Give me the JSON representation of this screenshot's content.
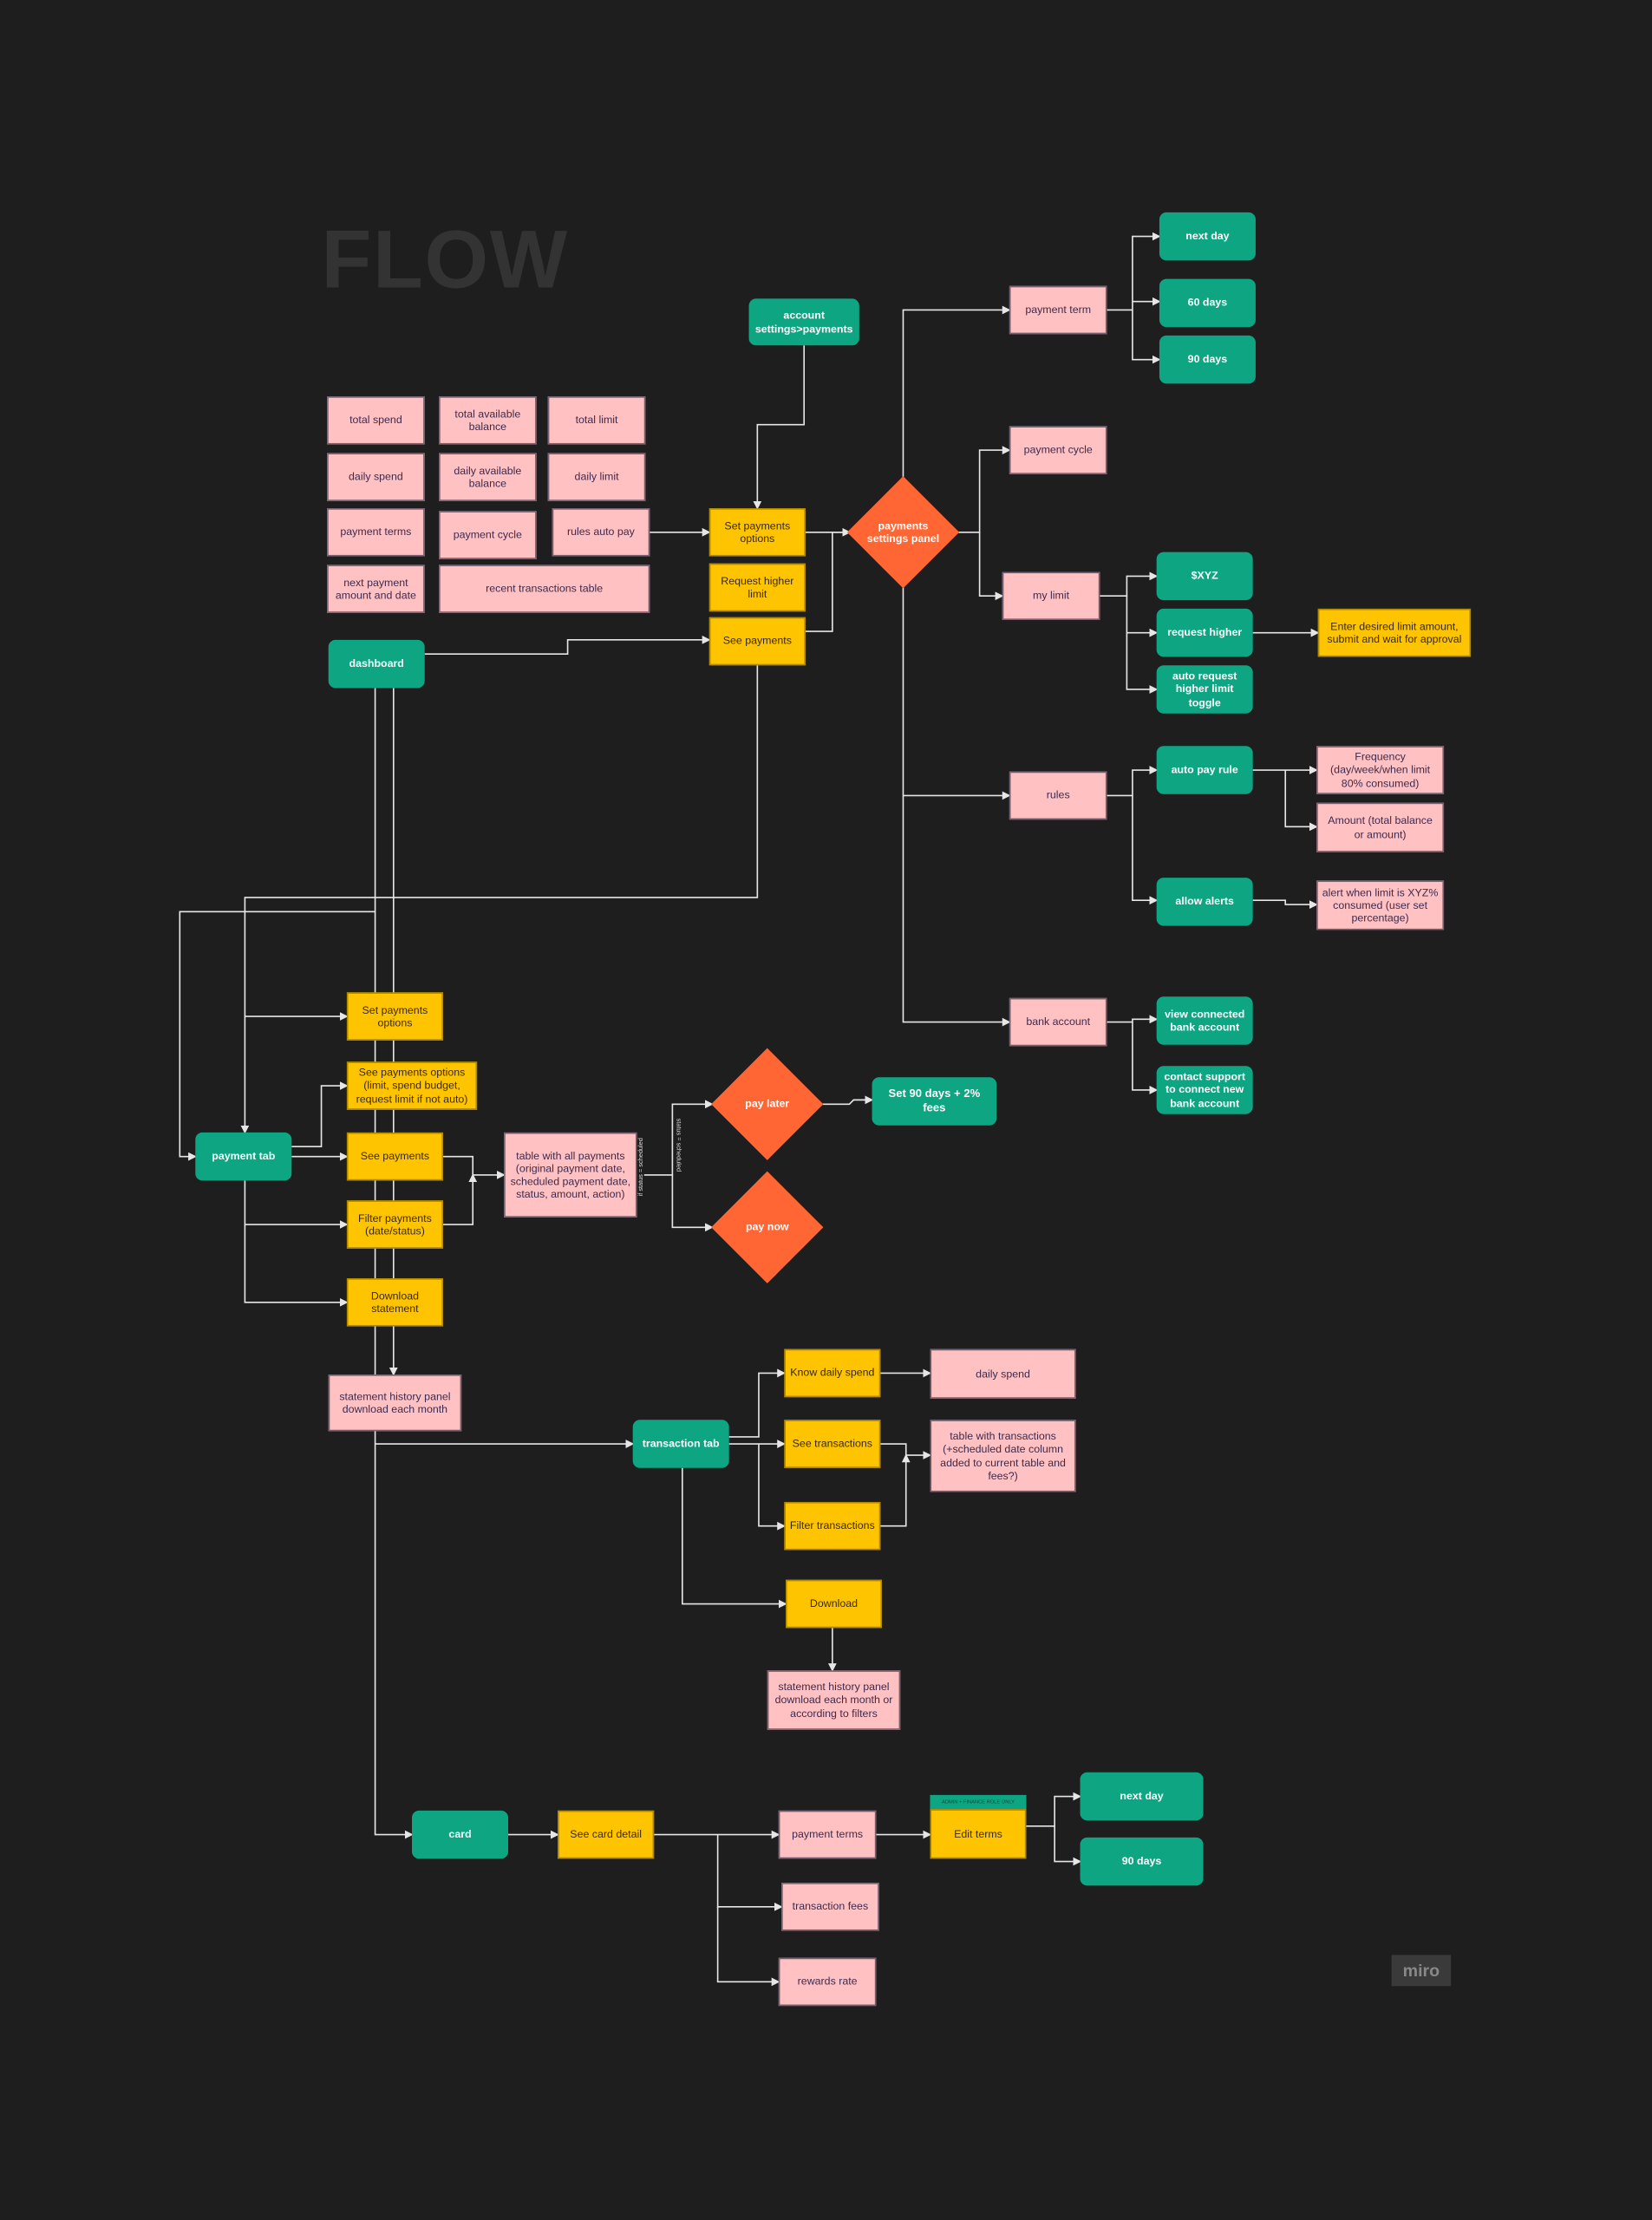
{
  "title": "FLOW",
  "badge": "miro",
  "dashboard_widgets": {
    "total_spend": "total spend",
    "total_available_balance": "total available balance",
    "total_limit": "total limit",
    "daily_spend": "daily spend",
    "daily_available_balance": "daily available balance",
    "daily_limit": "daily limit",
    "payment_terms": "payment terms",
    "payment_cycle": "payment cycle",
    "rules_auto_pay": "rules auto pay",
    "next_payment": "next payment amount and date",
    "recent_transactions": "recent transactions table"
  },
  "dashboard": {
    "label": "dashboard",
    "set_payments_options": "Set payments options",
    "request_higher_limit": "Request higher limit",
    "see_payments": "See payments"
  },
  "account_settings": "account settings>payments",
  "settings_panel": {
    "label": "payments settings panel",
    "payment_term": "payment term",
    "term_next_day": "next day",
    "term_60": "60 days",
    "term_90": "90 days",
    "payment_cycle": "payment cycle",
    "my_limit": "my limit",
    "xyz": "$XYZ",
    "request_higher": "request higher",
    "enter_desired": "Enter desired limit amount, submit and wait for approval",
    "auto_request": "auto request higher limit toggle",
    "rules": "rules",
    "auto_pay_rule": "auto pay rule",
    "frequency": "Frequency (day/week/when limit 80% consumed)",
    "amount": "Amount (total balance or amount)",
    "allow_alerts": "allow alerts",
    "alert_when": "alert when limit is XYZ% consumed (user set percentage)",
    "bank_account": "bank account",
    "view_bank": "view connected bank account",
    "contact_support": "contact support to connect new bank account"
  },
  "payment_tab": {
    "label": "payment tab",
    "set_payments_options": "Set payments options",
    "see_payments_options": "See payments options (limit, spend budget, request limit if not auto)",
    "see_payments": "See payments",
    "filter_payments": "Filter payments (date/status)",
    "download_statement": "Download statement",
    "statement_history": "statement history panel download each month",
    "table_all_payments": "table with all payments (original payment date, scheduled payment date, status, amount, action)",
    "cond_1": "if status = scheduled",
    "cond_2": "status = scheduled",
    "pay_later": "pay later",
    "pay_now": "pay now",
    "set_90": "Set 90 days + 2% fees"
  },
  "transaction_tab": {
    "label": "transaction tab",
    "know_daily_spend": "Know daily spend",
    "daily_spend": "daily spend",
    "see_transactions": "See transactions",
    "table_transactions": "table with transactions (+scheduled date column added to current table and fees?)",
    "filter_transactions": "Filter transactions",
    "download": "Download",
    "statement_history": "statement history panel download each month or according to filters"
  },
  "card": {
    "label": "card",
    "see_card_detail": "See card detail",
    "payment_terms": "payment terms",
    "transaction_fees": "transaction fees",
    "rewards_rate": "rewards rate",
    "role_tag": "ADMIN + FINANCE ROLE ONLY",
    "edit_terms": "Edit terms",
    "next_day": "next day",
    "days_90": "90 days"
  }
}
